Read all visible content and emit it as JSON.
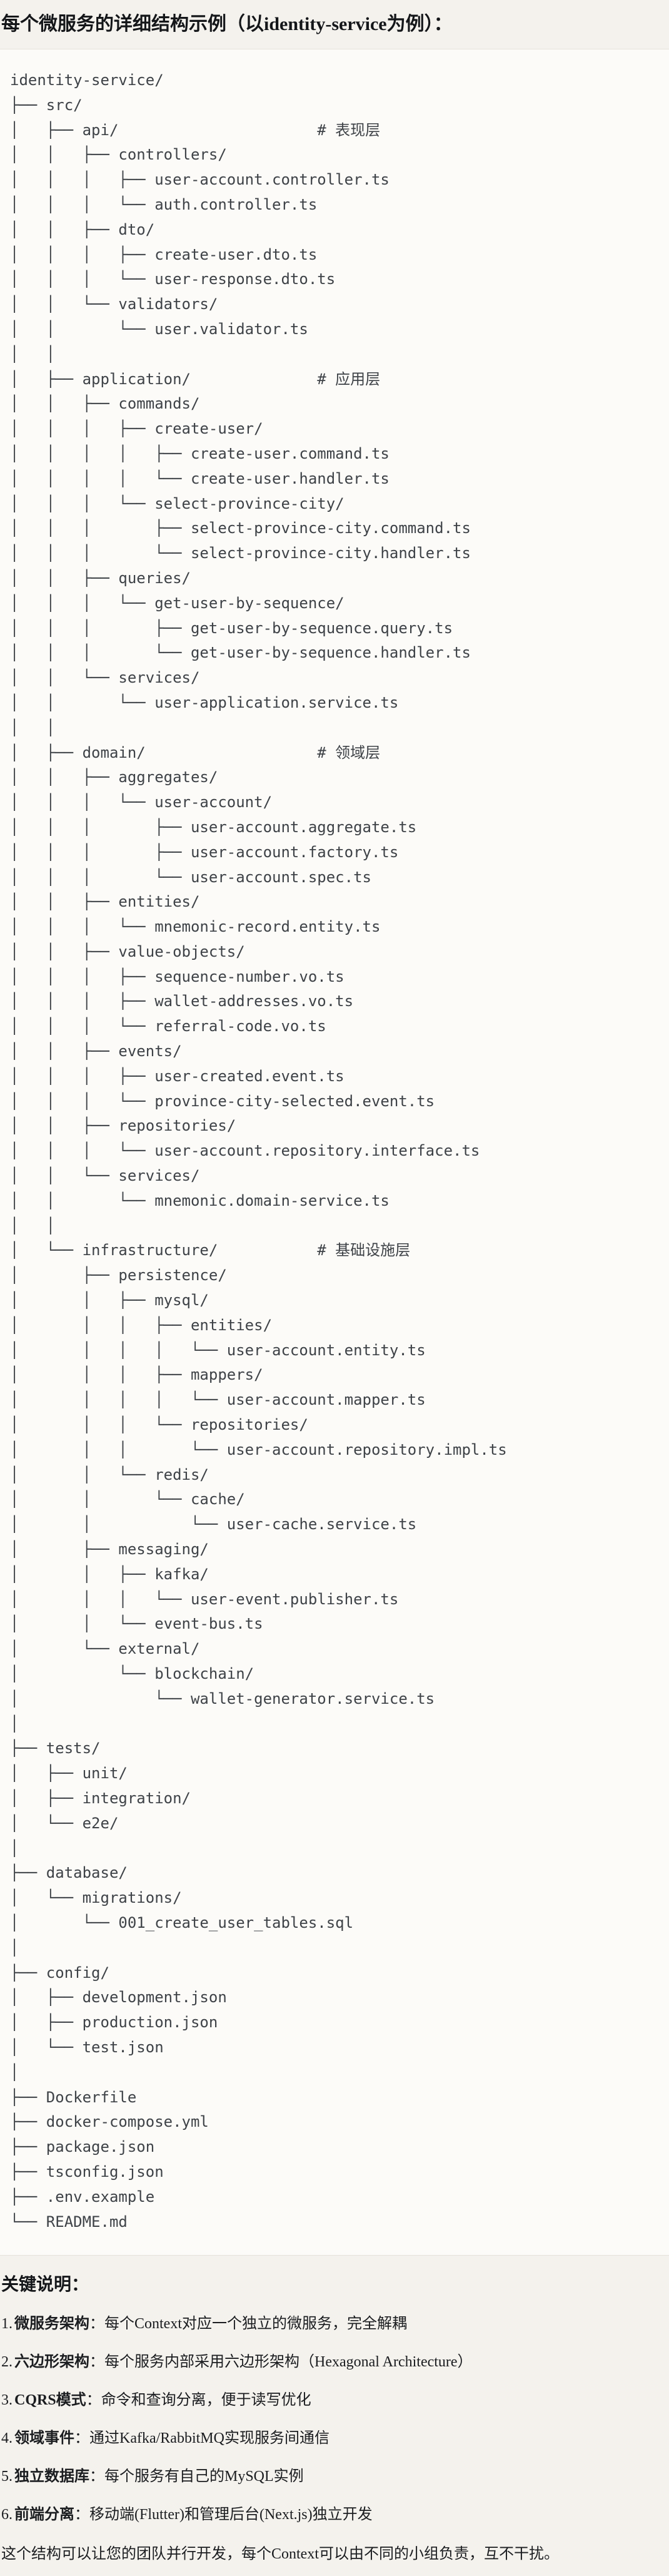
{
  "heading": "每个微服务的详细结构示例（以identity-service为例）：",
  "tree_lines": [
    "identity-service/",
    "├── src/",
    "│   ├── api/                      # 表现层",
    "│   │   ├── controllers/",
    "│   │   │   ├── user-account.controller.ts",
    "│   │   │   └── auth.controller.ts",
    "│   │   ├── dto/",
    "│   │   │   ├── create-user.dto.ts",
    "│   │   │   └── user-response.dto.ts",
    "│   │   └── validators/",
    "│   │       └── user.validator.ts",
    "│   │",
    "│   ├── application/              # 应用层",
    "│   │   ├── commands/",
    "│   │   │   ├── create-user/",
    "│   │   │   │   ├── create-user.command.ts",
    "│   │   │   │   └── create-user.handler.ts",
    "│   │   │   └── select-province-city/",
    "│   │   │       ├── select-province-city.command.ts",
    "│   │   │       └── select-province-city.handler.ts",
    "│   │   ├── queries/",
    "│   │   │   └── get-user-by-sequence/",
    "│   │   │       ├── get-user-by-sequence.query.ts",
    "│   │   │       └── get-user-by-sequence.handler.ts",
    "│   │   └── services/",
    "│   │       └── user-application.service.ts",
    "│   │",
    "│   ├── domain/                   # 领域层",
    "│   │   ├── aggregates/",
    "│   │   │   └── user-account/",
    "│   │   │       ├── user-account.aggregate.ts",
    "│   │   │       ├── user-account.factory.ts",
    "│   │   │       └── user-account.spec.ts",
    "│   │   ├── entities/",
    "│   │   │   └── mnemonic-record.entity.ts",
    "│   │   ├── value-objects/",
    "│   │   │   ├── sequence-number.vo.ts",
    "│   │   │   ├── wallet-addresses.vo.ts",
    "│   │   │   └── referral-code.vo.ts",
    "│   │   ├── events/",
    "│   │   │   ├── user-created.event.ts",
    "│   │   │   └── province-city-selected.event.ts",
    "│   │   ├── repositories/",
    "│   │   │   └── user-account.repository.interface.ts",
    "│   │   └── services/",
    "│   │       └── mnemonic.domain-service.ts",
    "│   │",
    "│   └── infrastructure/           # 基础设施层",
    "│       ├── persistence/",
    "│       │   ├── mysql/",
    "│       │   │   ├── entities/",
    "│       │   │   │   └── user-account.entity.ts",
    "│       │   │   ├── mappers/",
    "│       │   │   │   └── user-account.mapper.ts",
    "│       │   │   └── repositories/",
    "│       │   │       └── user-account.repository.impl.ts",
    "│       │   └── redis/",
    "│       │       └── cache/",
    "│       │           └── user-cache.service.ts",
    "│       ├── messaging/",
    "│       │   ├── kafka/",
    "│       │   │   └── user-event.publisher.ts",
    "│       │   └── event-bus.ts",
    "│       └── external/",
    "│           └── blockchain/",
    "│               └── wallet-generator.service.ts",
    "│",
    "├── tests/",
    "│   ├── unit/",
    "│   ├── integration/",
    "│   └── e2e/",
    "│",
    "├── database/",
    "│   └── migrations/",
    "│       └── 001_create_user_tables.sql",
    "│",
    "├── config/",
    "│   ├── development.json",
    "│   ├── production.json",
    "│   └── test.json",
    "│",
    "├── Dockerfile",
    "├── docker-compose.yml",
    "├── package.json",
    "├── tsconfig.json",
    "├── .env.example",
    "└── README.md"
  ],
  "notes": {
    "title": "关键说明：",
    "items": [
      {
        "num": "1.",
        "label": "微服务架构",
        "sep": "：",
        "text": "每个Context对应一个独立的微服务，完全解耦"
      },
      {
        "num": "2.",
        "label": "六边形架构",
        "sep": "：",
        "text": "每个服务内部采用六边形架构（Hexagonal Architecture）"
      },
      {
        "num": "3.",
        "label": "CQRS模式",
        "sep": "：",
        "text": "命令和查询分离，便于读写优化"
      },
      {
        "num": "4.",
        "label": "领域事件",
        "sep": "：",
        "text": "通过Kafka/RabbitMQ实现服务间通信"
      },
      {
        "num": "5.",
        "label": "独立数据库",
        "sep": "：",
        "text": "每个服务有自己的MySQL实例"
      },
      {
        "num": "6.",
        "label": "前端分离",
        "sep": "：",
        "text": "移动端(Flutter)和管理后台(Next.js)独立开发"
      }
    ],
    "closing": "这个结构可以让您的团队并行开发，每个Context可以由不同的小组负责，互不干扰。"
  },
  "colors": {
    "page_background": "#f4f2ed",
    "code_background": "#fcfbf8",
    "code_border": "#e5e2db",
    "tree_text": "#3e4247",
    "body_text": "#1b1d20"
  }
}
